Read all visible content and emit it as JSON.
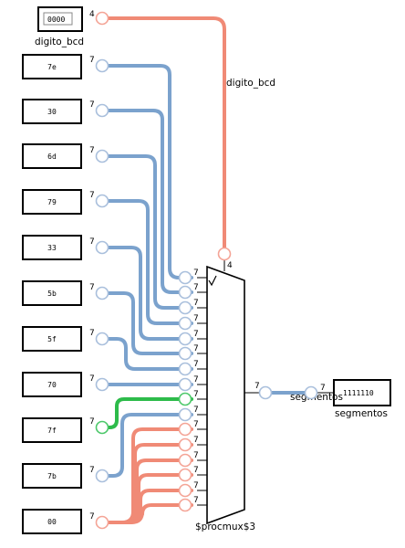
{
  "colors": {
    "red": "#f08a76",
    "blue": "#7ba2cd",
    "green": "#2dbb4a",
    "port_blue": "#a9bfdc",
    "port_red": "#f4a496",
    "port_green": "#4cc86a"
  },
  "input_bcd": {
    "value": "0000",
    "label": "digito_bcd",
    "width": "4"
  },
  "bus_label": "digito_bcd",
  "constants": [
    {
      "value": "7e",
      "width": "7"
    },
    {
      "value": "30",
      "width": "7"
    },
    {
      "value": "6d",
      "width": "7"
    },
    {
      "value": "79",
      "width": "7"
    },
    {
      "value": "33",
      "width": "7"
    },
    {
      "value": "5b",
      "width": "7"
    },
    {
      "value": "5f",
      "width": "7"
    },
    {
      "value": "70",
      "width": "7"
    },
    {
      "value": "7f",
      "width": "7"
    },
    {
      "value": "7b",
      "width": "7"
    },
    {
      "value": "00",
      "width": "7"
    }
  ],
  "mux": {
    "name": "$procmux$3",
    "select_width": "4",
    "input_widths": [
      "7",
      "7",
      "7",
      "7",
      "7",
      "7",
      "7",
      "7",
      "7",
      "7",
      "7",
      "7",
      "7",
      "7",
      "7",
      "7"
    ],
    "output_width": "7"
  },
  "output": {
    "value": "1111110",
    "label": "segmentos",
    "wire_label": "segmentos",
    "width": "7"
  }
}
